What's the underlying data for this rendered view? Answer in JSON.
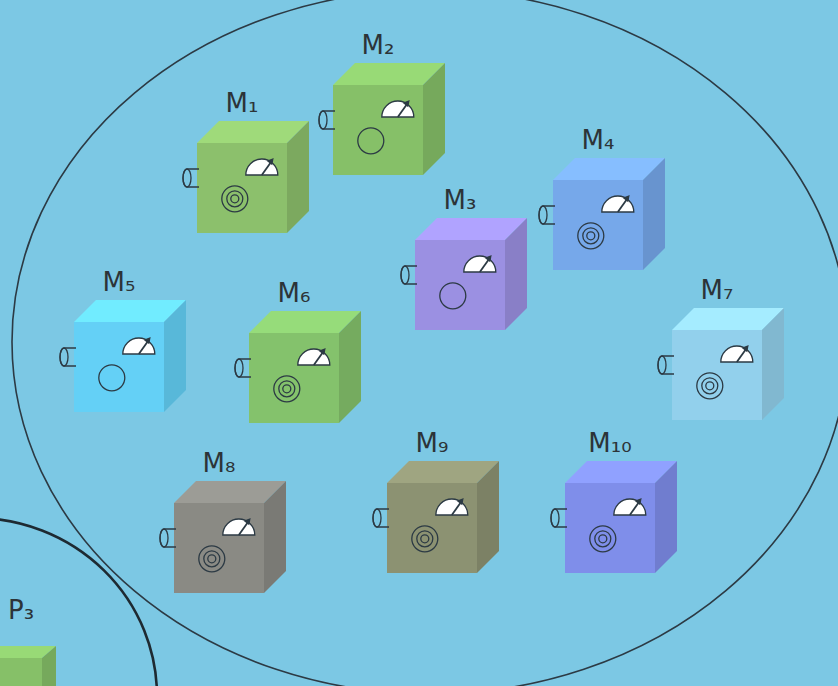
{
  "diagram": {
    "nodes": [
      {
        "text": [
          "M₁"
        ]
      },
      {
        "text": [
          "M₂"
        ]
      },
      {
        "text": [
          "M₃"
        ]
      },
      {
        "text": [
          "M₄"
        ]
      },
      {
        "text": [
          "M₅"
        ]
      },
      {
        "text": [
          "M₆"
        ]
      },
      {
        "text": [
          "M₇"
        ]
      },
      {
        "text": [
          "M₈"
        ]
      },
      {
        "text": [
          "M₉"
        ]
      },
      {
        "text": [
          "M₁₀"
        ]
      },
      {
        "text": [
          "P₃"
        ]
      }
    ]
  }
}
